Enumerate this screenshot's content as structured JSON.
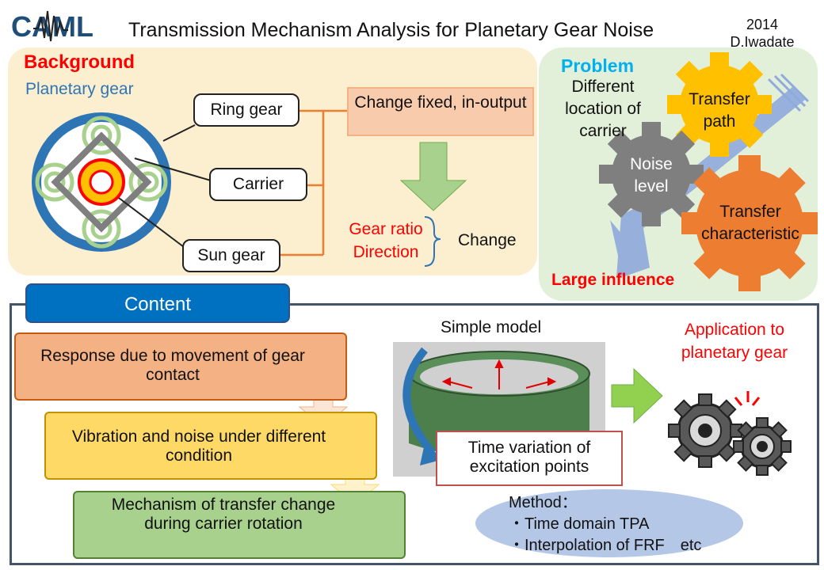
{
  "header": {
    "logo_text": "CAML",
    "title": "Transmission Mechanism Analysis for Planetary Gear Noise",
    "year": "2014",
    "author": "D.Iwadate"
  },
  "background": {
    "heading": "Background",
    "subheading": "Planetary gear",
    "ring_gear": "Ring gear",
    "carrier": "Carrier",
    "sun_gear": "Sun gear",
    "change_box": "Change fixed, in-output",
    "gear_ratio": "Gear ratio",
    "direction": "Direction",
    "change": "Change"
  },
  "problem": {
    "heading": "Problem",
    "location_text": "Different location of carrier",
    "transfer_path": "Transfer path",
    "noise_level": "Noise level",
    "transfer_characteristic": "Transfer characteristic",
    "large_influence": "Large influence"
  },
  "content": {
    "tab": "Content",
    "step1": "Response due to movement of gear contact",
    "step2": "Vibration and noise under different condition",
    "step3": "Mechanism of transfer change during carrier rotation",
    "simple_model": "Simple model",
    "time_variation": "Time variation of excitation points",
    "application": "Application to planetary gear",
    "method_title": "Method：",
    "method_items": [
      "・Time domain TPA",
      "・Interpolation of FRF　etc"
    ]
  },
  "colors": {
    "red": "#ff0000",
    "blue_accent": "#00b0f0",
    "orange_line": "#ed7d31",
    "gold": "#ffc000",
    "gray_gear": "#7f7f7f",
    "orange_gear": "#ed7d31"
  }
}
